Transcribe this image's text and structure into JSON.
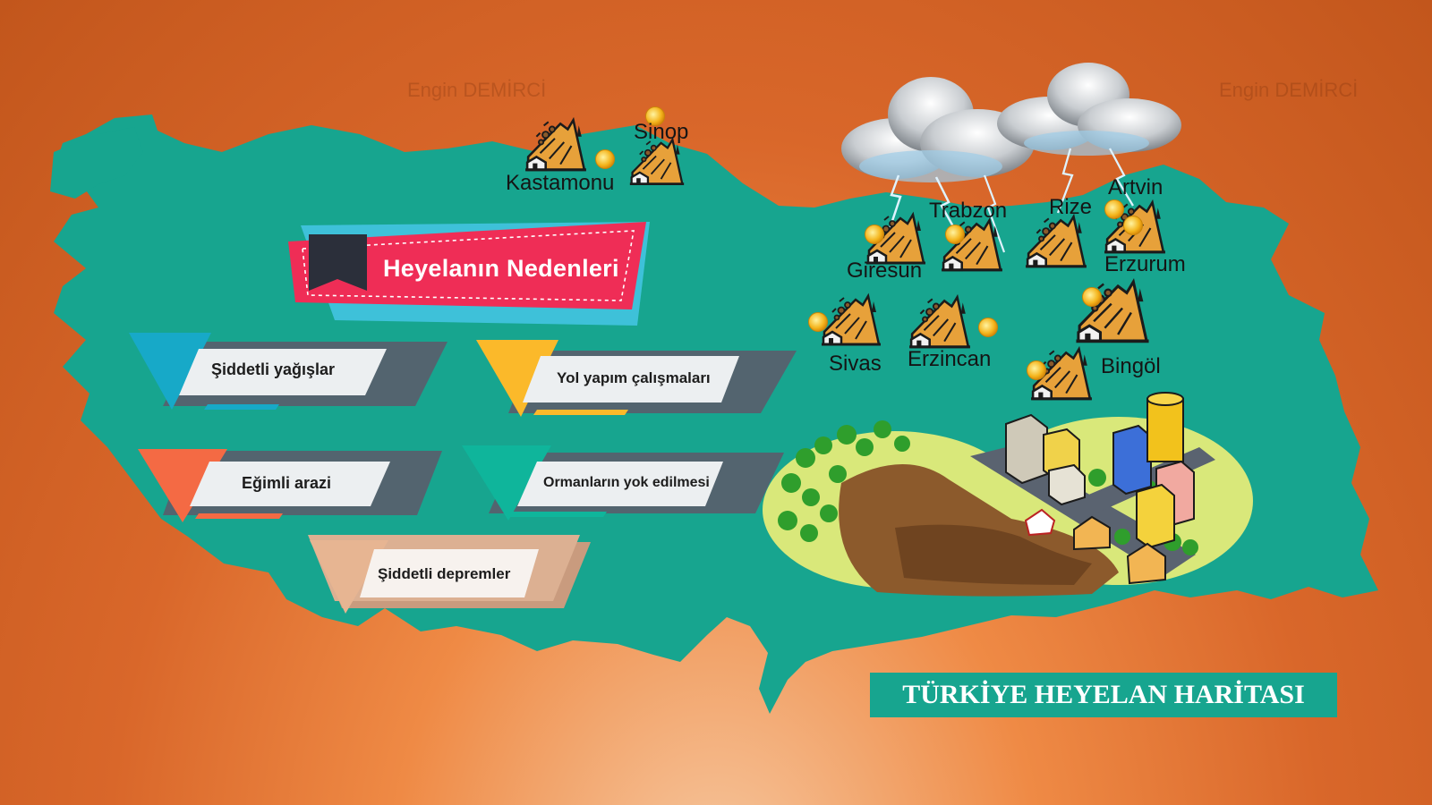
{
  "watermarks": [
    "Engin DEMİRCİ",
    "Engin DEMİRCİ"
  ],
  "banner": {
    "title": "Heyelanın Nedenleri"
  },
  "causes": [
    "Şiddetli yağışlar",
    "Yol yapım çalışmaları",
    "Eğimli arazi",
    "Ormanların yok edilmesi",
    "Şiddetli depremler"
  ],
  "cities": [
    "Sinop",
    "Kastamonu",
    "Trabzon",
    "Rize",
    "Artvin",
    "Giresun",
    "Erzurum",
    "Sivas",
    "Erzincan",
    "Bingöl"
  ],
  "map_title": "TÜRKİYE HEYELAN HARİTASI",
  "colors": {
    "background": "#d9672a",
    "map": "#17a58f",
    "banner": "#ef2d56",
    "banner_shadow": "#3ec1d9",
    "bookmark": "#2b2f3a"
  },
  "icons": [
    "landslide-icon",
    "sun-icon",
    "storm-cloud-icon",
    "landslide-illustration"
  ]
}
